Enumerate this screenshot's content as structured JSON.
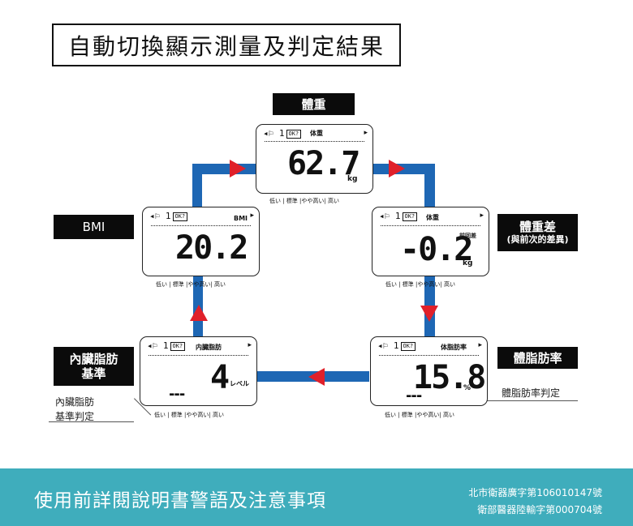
{
  "title": "自動切換顯示測量及判定結果",
  "labels": {
    "weight": "體重",
    "bmi": "BMI",
    "diff": "體重差",
    "diff_sub": "(與前次的差異)",
    "visceral_line1": "內臟脂肪",
    "visceral_line2": "基準",
    "bodyfat": "體脂肪率"
  },
  "notes": {
    "visceral_line1": "內臟脂肪",
    "visceral_line2": "基準判定",
    "bodyfat": "體脂肪率判定"
  },
  "screens": {
    "weight": {
      "label": "体重",
      "value": "62.7",
      "unit": "kg",
      "ok": "OK?",
      "user": "1"
    },
    "bmi": {
      "label": "BMI",
      "value": "20.2",
      "ok": "OK?",
      "user": "1"
    },
    "diff": {
      "label": "体重",
      "sublabel": "前回差",
      "value": "-0.2",
      "unit": "kg",
      "ok": "OK?",
      "user": "1"
    },
    "visceral": {
      "label": "内臓脂肪",
      "value": "4",
      "unit": "レベル",
      "ok": "OK?",
      "user": "1",
      "bars": "▬▬▬"
    },
    "bodyfat": {
      "label": "体脂肪率",
      "value": "15.8",
      "unit": "%",
      "ok": "OK?",
      "user": "1",
      "bars": "▬▬▬"
    }
  },
  "scale": "低い | 標準 |やや高い| 高い",
  "footer": {
    "main": "使用前詳閱說明書警語及注意事項",
    "line1": "北市衛器廣字第106010147號",
    "line2": "衛部醫器陸輸字第000704號"
  },
  "colors": {
    "connector": "#1e67b4",
    "arrow": "#e0202a",
    "footer": "#3fadbc"
  }
}
